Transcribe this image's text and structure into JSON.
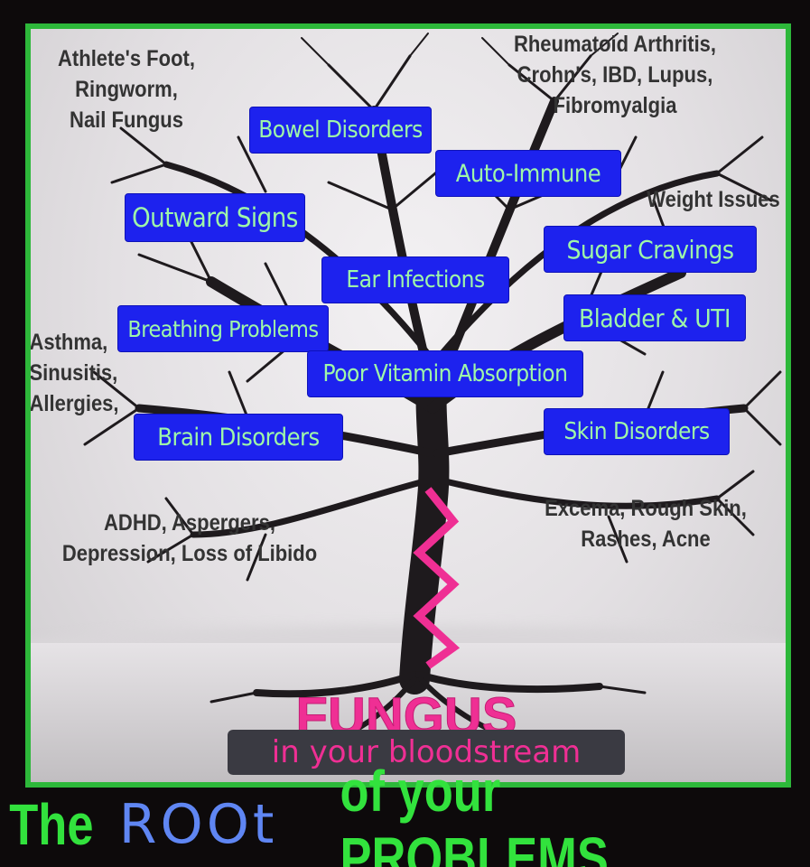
{
  "labels": {
    "bowel": "Bowel Disorders",
    "auto_immune": "Auto-Immune",
    "outward": "Outward Signs",
    "sugar": "Sugar Cravings",
    "ear": "Ear Infections",
    "bladder": "Bladder & UTI",
    "breathing": "Breathing Problems",
    "vitamin": "Poor Vitamin Absorption",
    "brain": "Brain Disorders",
    "skin": "Skin Disorders"
  },
  "notes": {
    "athlete": "Athlete's Foot,\nRingworm,\nNail Fungus",
    "rheumatoid": "Rheumatoid Arthritis,\nCrohn's, IBD, Lupus,\nFibromyalgia",
    "weight": "Weight Issues",
    "asthma": "Asthma,\nSinusitis,\nAllergies,",
    "adhd": "ADHD, Aspergers,\nDepression, Loss of Libido",
    "excema": "Excema, Rough Skin,\nRashes, Acne"
  },
  "root": {
    "fungus": "FUNGUS",
    "bloodstream": "in your bloodstream"
  },
  "tagline": {
    "part1": "The",
    "root_word": "ROOt",
    "part2": "of your PROBLEMS"
  },
  "colors": {
    "frame": "#2db83a",
    "label_bg": "#1d22ee",
    "label_text": "#9ff7a8",
    "fungus": "#ef2f94",
    "tagline_green": "#32e23d",
    "tagline_blue": "#5f86f3"
  }
}
